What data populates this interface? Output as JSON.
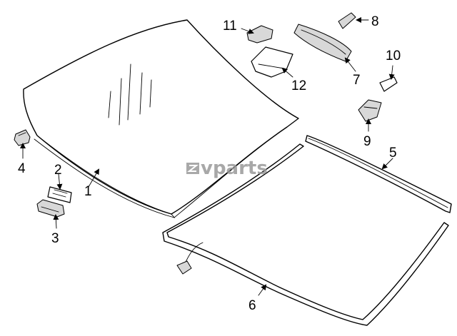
{
  "callouts": [
    {
      "id": "1",
      "label": "1"
    },
    {
      "id": "2",
      "label": "2"
    },
    {
      "id": "3",
      "label": "3"
    },
    {
      "id": "4",
      "label": "4"
    },
    {
      "id": "5",
      "label": "5"
    },
    {
      "id": "6",
      "label": "6"
    },
    {
      "id": "7",
      "label": "7"
    },
    {
      "id": "8",
      "label": "8"
    },
    {
      "id": "9",
      "label": "9"
    },
    {
      "id": "10",
      "label": "10"
    },
    {
      "id": "11",
      "label": "11"
    },
    {
      "id": "12",
      "label": "12"
    }
  ],
  "watermark": {
    "text": "vparts"
  },
  "colors": {
    "ink": "#000000",
    "background": "#ffffff",
    "watermark": "#9a9a9a"
  }
}
